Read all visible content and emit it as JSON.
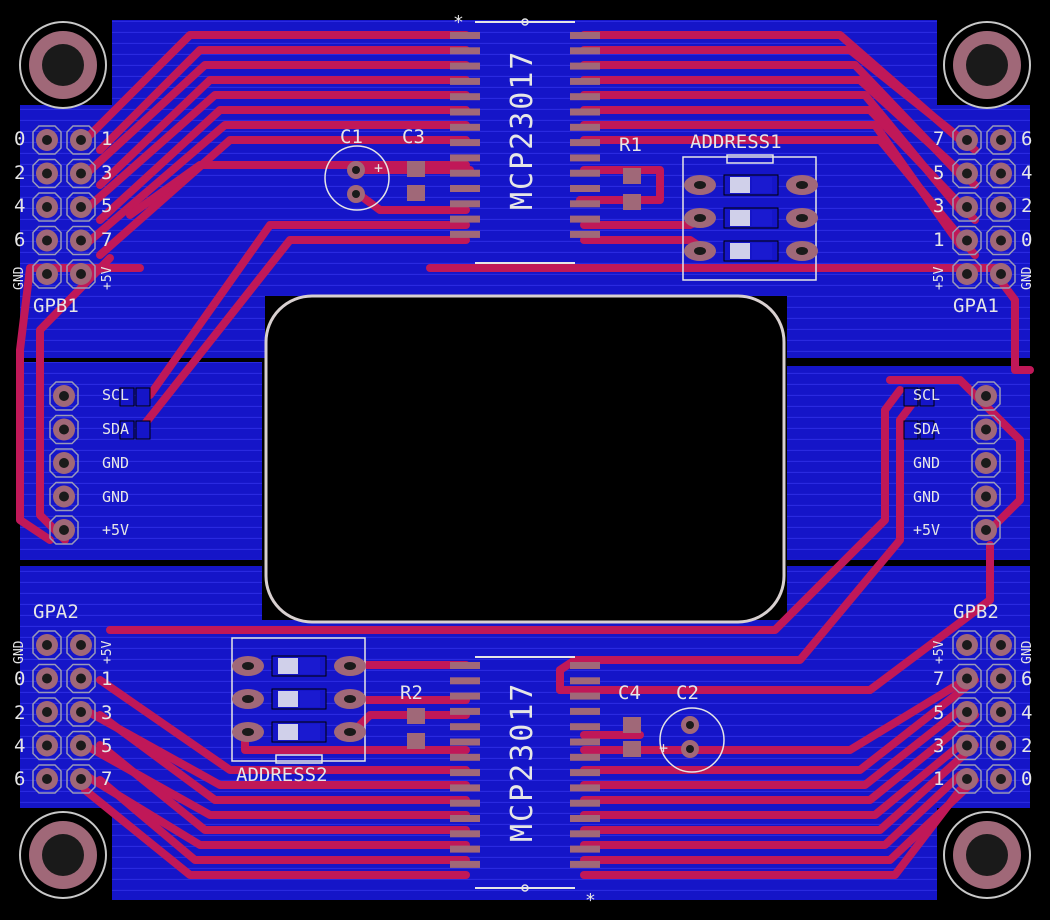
{
  "colors": {
    "background": "#000000",
    "pour": "#1515c8",
    "pour_line": "#2a2ae0",
    "trace": "#c01858",
    "pad": "#a06878",
    "pad_hole": "#1a1a1a",
    "silk": "#e6e6e6",
    "outline": "#9a9ab8"
  },
  "chips": {
    "top": "MCP23017",
    "bottom": "MCP23017"
  },
  "components": {
    "c1": "C1",
    "c3": "C3",
    "r1": "R1",
    "address1": "ADDRESS1",
    "r2": "R2",
    "c4": "C4",
    "c2": "C2",
    "address2": "ADDRESS2",
    "plus": "+"
  },
  "headers": {
    "gpb1": {
      "name": "GPB1",
      "left": [
        "0",
        "2",
        "4",
        "6"
      ],
      "right": [
        "1",
        "3",
        "5",
        "7"
      ],
      "gnd": "GND",
      "v5": "+5V"
    },
    "gpa1": {
      "name": "GPA1",
      "left": [
        "7",
        "5",
        "3",
        "1"
      ],
      "right": [
        "6",
        "4",
        "2",
        "0"
      ],
      "gnd": "GND",
      "v5": "+5V"
    },
    "gpa2": {
      "name": "GPA2",
      "left": [
        "0",
        "2",
        "4",
        "6"
      ],
      "right": [
        "1",
        "3",
        "5",
        "7"
      ],
      "gnd": "GND",
      "v5": "+5V"
    },
    "gpb2": {
      "name": "GPB2",
      "left": [
        "7",
        "5",
        "3",
        "1"
      ],
      "right": [
        "6",
        "4",
        "2",
        "0"
      ],
      "gnd": "GND",
      "v5": "+5V"
    }
  },
  "i2c_left": [
    "SCL",
    "SDA",
    "GND",
    "GND",
    "+5V"
  ],
  "i2c_right": [
    "SCL",
    "SDA",
    "GND",
    "GND",
    "+5V"
  ]
}
